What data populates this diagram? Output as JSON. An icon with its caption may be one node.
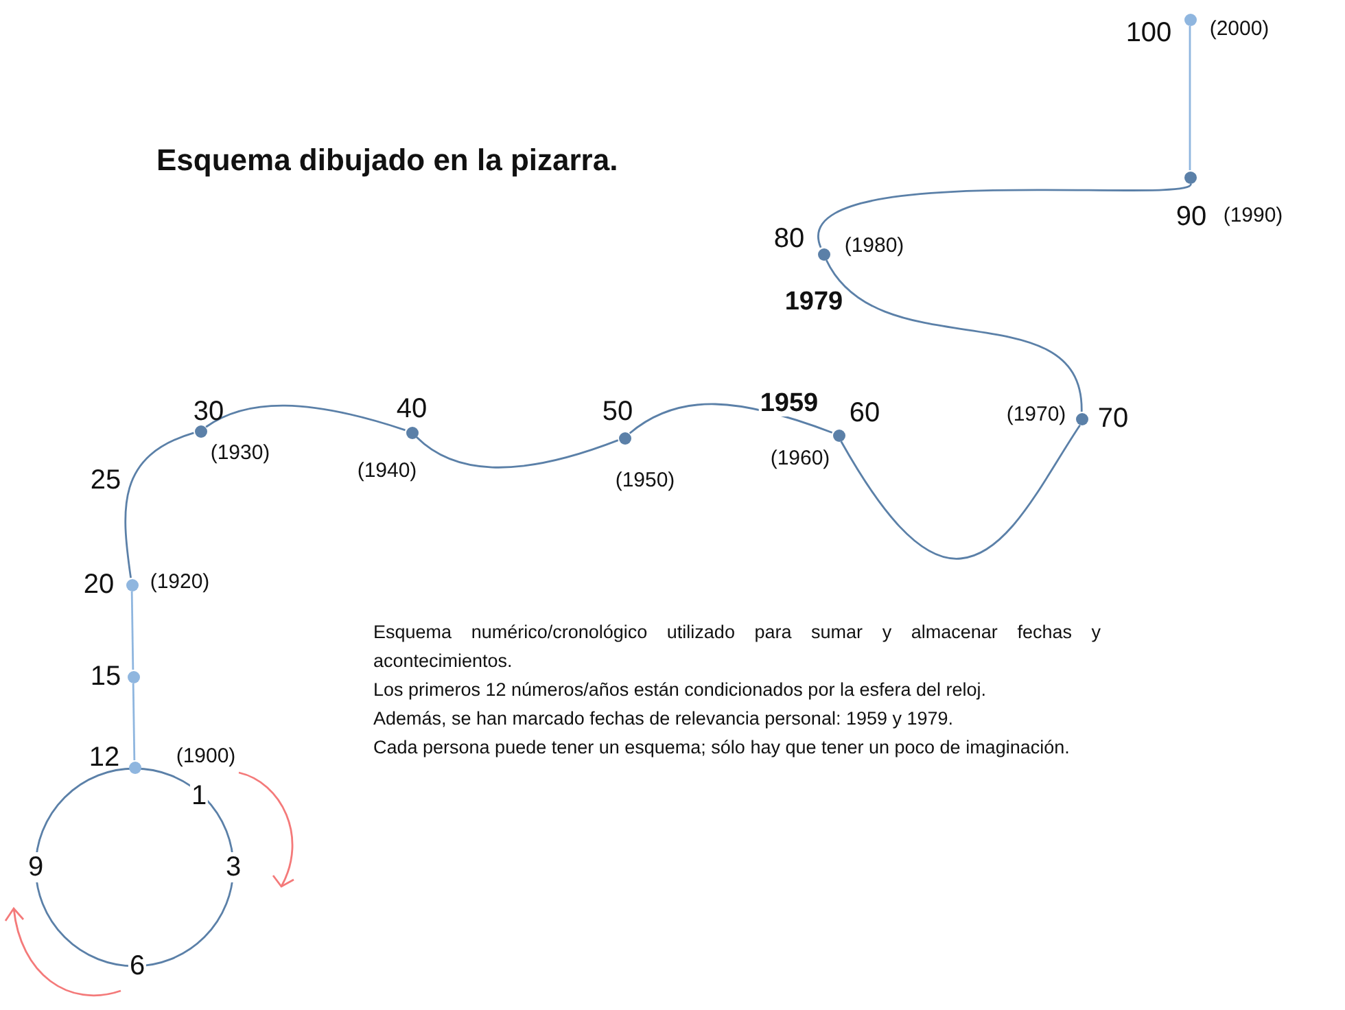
{
  "diagram": {
    "title": "Esquema dibujado en la pizarra.",
    "nodes": [
      {
        "text": [
          "1",
          "3",
          "6",
          "9"
        ]
      },
      {
        "text": [
          "12"
        ]
      },
      {
        "text": [
          "15"
        ]
      },
      {
        "text": [
          "20"
        ],
        "beside": [
          "(1920)"
        ]
      },
      {
        "text": [
          "30"
        ],
        "beside": [
          "(1930)"
        ]
      },
      {
        "text": [
          "40"
        ],
        "beside": [
          "(1940)"
        ]
      },
      {
        "text": [
          "50"
        ],
        "beside": [
          "(1950)"
        ]
      },
      {
        "text": [
          "60"
        ],
        "beside": [
          "(1960)"
        ]
      },
      {
        "text": [
          "70"
        ],
        "beside": [
          "(1970)"
        ]
      },
      {
        "text": [
          "80"
        ],
        "beside": [
          "(1980)"
        ]
      },
      {
        "text": [
          "90"
        ],
        "beside": [
          "(1990)"
        ]
      },
      {
        "text": [
          "100"
        ],
        "beside": [
          "(2000)"
        ]
      }
    ],
    "edges": [
      {
        "from": 1,
        "to": 2,
        "arrow": "none",
        "color": "#8fb6df"
      },
      {
        "from": 2,
        "to": 3,
        "arrow": "none",
        "color": "#8fb6df"
      },
      {
        "from": 3,
        "to": 4,
        "arrow": "none"
      },
      {
        "from": 4,
        "to": 5,
        "arrow": "none"
      },
      {
        "from": 5,
        "to": 6,
        "arrow": "none"
      },
      {
        "from": 6,
        "to": 7,
        "arrow": "none",
        "label": "1959"
      },
      {
        "from": 7,
        "to": 8,
        "arrow": "none"
      },
      {
        "from": 8,
        "to": 9,
        "arrow": "none",
        "label": "1979"
      },
      {
        "from": 9,
        "to": 10,
        "arrow": "none"
      },
      {
        "from": 10,
        "to": 11,
        "arrow": "none",
        "color": "#8fb6df"
      }
    ],
    "labels": [
      "25",
      "(1900)",
      "Esquema numérico/cronológico utilizado para sumar y almacenar fechas y acontecimientos.",
      "Los primeros 12 números/años están condicionados por la esfera del reloj.",
      "Además, se han marcado fechas de relevancia personal: 1959 y 1979.",
      "Cada persona puede tener un esquema; sólo hay que tener un poco de imaginación."
    ]
  }
}
